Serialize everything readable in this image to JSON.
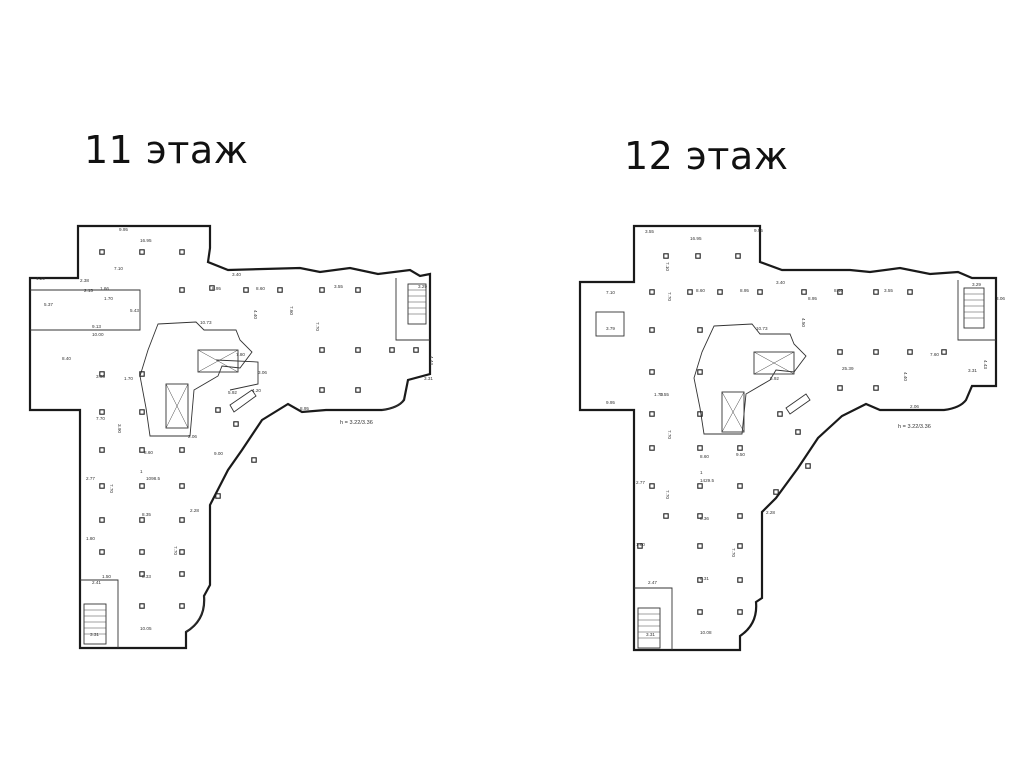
{
  "floors": [
    {
      "id": "11",
      "title": "11 этаж",
      "height_note": "h = 3.22/3.36",
      "room_area": "1098.5",
      "room_no": "1",
      "labels": [
        "9.95",
        "16.95",
        "7.10",
        "3.40",
        "8.95",
        "8.60",
        "3.55",
        "7.60",
        "4.40",
        "7.70",
        "8.40",
        "3.55",
        "1.70",
        "7.70",
        "3.90",
        "8.60",
        "7.70",
        "8.35",
        "2.28",
        "7.70",
        "8.33",
        "10.05",
        "3.31",
        "2.77",
        "1.80",
        "5.37",
        "10.00",
        "4.29",
        "2.38",
        "5.43",
        "9.13",
        "2.15",
        "1.66",
        "1.70",
        "4.44",
        "3.29",
        "3.31",
        "2.06",
        "9.00",
        "8.95",
        "10.73",
        "7.80",
        "5.92",
        "4.20",
        "3.06",
        "1.50",
        "2.41"
      ]
    },
    {
      "id": "12",
      "title": "12 этаж",
      "height_note": "h = 3.22/3.36",
      "room_area": "1429.5",
      "room_no": "1",
      "labels": [
        "3.55",
        "16.95",
        "7.10",
        "7.70",
        "8.60",
        "8.95",
        "3.40",
        "8.40",
        "3.55",
        "9.95",
        "7.60",
        "4.40",
        "25.39",
        "7.10",
        "9.95",
        "1.70",
        "7.70",
        "3.55",
        "8.60",
        "7.70",
        "8.36",
        "2.28",
        "7.70",
        "8.31",
        "10.08",
        "3.31",
        "2.77",
        "1.80",
        "3.79",
        "2.47",
        "3.06",
        "4.43",
        "3.31",
        "2.06",
        "8.95",
        "10.73",
        "5.92",
        "9.50",
        "4.50",
        "3.29"
      ]
    }
  ]
}
